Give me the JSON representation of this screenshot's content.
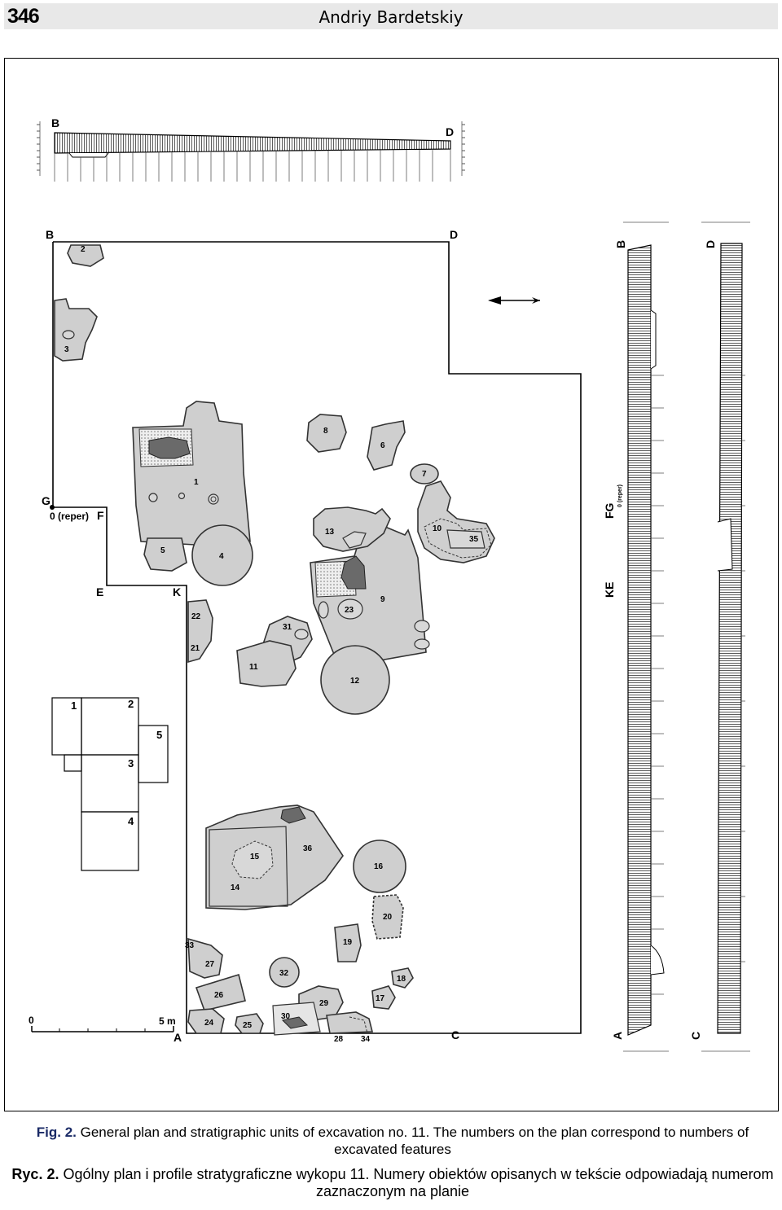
{
  "header": {
    "page_number": "346",
    "author": "Andriy Bardetskiy"
  },
  "plan": {
    "corner_B_top": "B",
    "corner_D_top": "D",
    "corner_B": "B",
    "corner_D": "D",
    "corner_G": "G",
    "reper": "0 (reper)",
    "corner_F": "F",
    "corner_E": "E",
    "corner_K": "K",
    "corner_A": "A",
    "corner_C": "C",
    "scale_zero": "0",
    "scale_five": "5 m",
    "profile_B": "B",
    "profile_FG": "FG",
    "profile_KE": "KE",
    "profile_A": "A",
    "profile_D": "D",
    "profile_C": "C",
    "profile_reper": "0 (reper)"
  },
  "features": [
    {
      "id": "f2",
      "label": "2"
    },
    {
      "id": "f3",
      "label": "3"
    },
    {
      "id": "f1",
      "label": "1"
    },
    {
      "id": "f4",
      "label": "4"
    },
    {
      "id": "f5",
      "label": "5"
    },
    {
      "id": "f6",
      "label": "6"
    },
    {
      "id": "f7",
      "label": "7"
    },
    {
      "id": "f8",
      "label": "8"
    },
    {
      "id": "f9",
      "label": "9"
    },
    {
      "id": "f10",
      "label": "10"
    },
    {
      "id": "f11",
      "label": "11"
    },
    {
      "id": "f12",
      "label": "12"
    },
    {
      "id": "f13",
      "label": "13"
    },
    {
      "id": "f14",
      "label": "14"
    },
    {
      "id": "f15",
      "label": "15"
    },
    {
      "id": "f16",
      "label": "16"
    },
    {
      "id": "f17",
      "label": "17"
    },
    {
      "id": "f18",
      "label": "18"
    },
    {
      "id": "f19",
      "label": "19"
    },
    {
      "id": "f20",
      "label": "20"
    },
    {
      "id": "f21",
      "label": "21"
    },
    {
      "id": "f22",
      "label": "22"
    },
    {
      "id": "f23",
      "label": "23"
    },
    {
      "id": "f24",
      "label": "24"
    },
    {
      "id": "f25",
      "label": "25"
    },
    {
      "id": "f26",
      "label": "26"
    },
    {
      "id": "f27",
      "label": "27"
    },
    {
      "id": "f28",
      "label": "28"
    },
    {
      "id": "f29",
      "label": "29"
    },
    {
      "id": "f30",
      "label": "30"
    },
    {
      "id": "f31",
      "label": "31"
    },
    {
      "id": "f32",
      "label": "32"
    },
    {
      "id": "f33",
      "label": "33"
    },
    {
      "id": "f34",
      "label": "34"
    },
    {
      "id": "f35",
      "label": "35"
    },
    {
      "id": "f36",
      "label": "36"
    }
  ],
  "grid": {
    "square_1": "1",
    "square_2": "2",
    "square_3": "3",
    "square_4": "4",
    "square_5": "5"
  },
  "caption": {
    "en_lead": "Fig. 2.",
    "en_text": " General plan and stratigraphic units of excavation no. 11. The numbers on the plan correspond to numbers of excavated features",
    "pl_lead": "Ryc. 2.",
    "pl_text": " Ogólny plan i profile stratygraficzne wykopu 11. Numery obiektów opisanych w tekście odpowiadają numerom zaznaczonym na planie"
  }
}
